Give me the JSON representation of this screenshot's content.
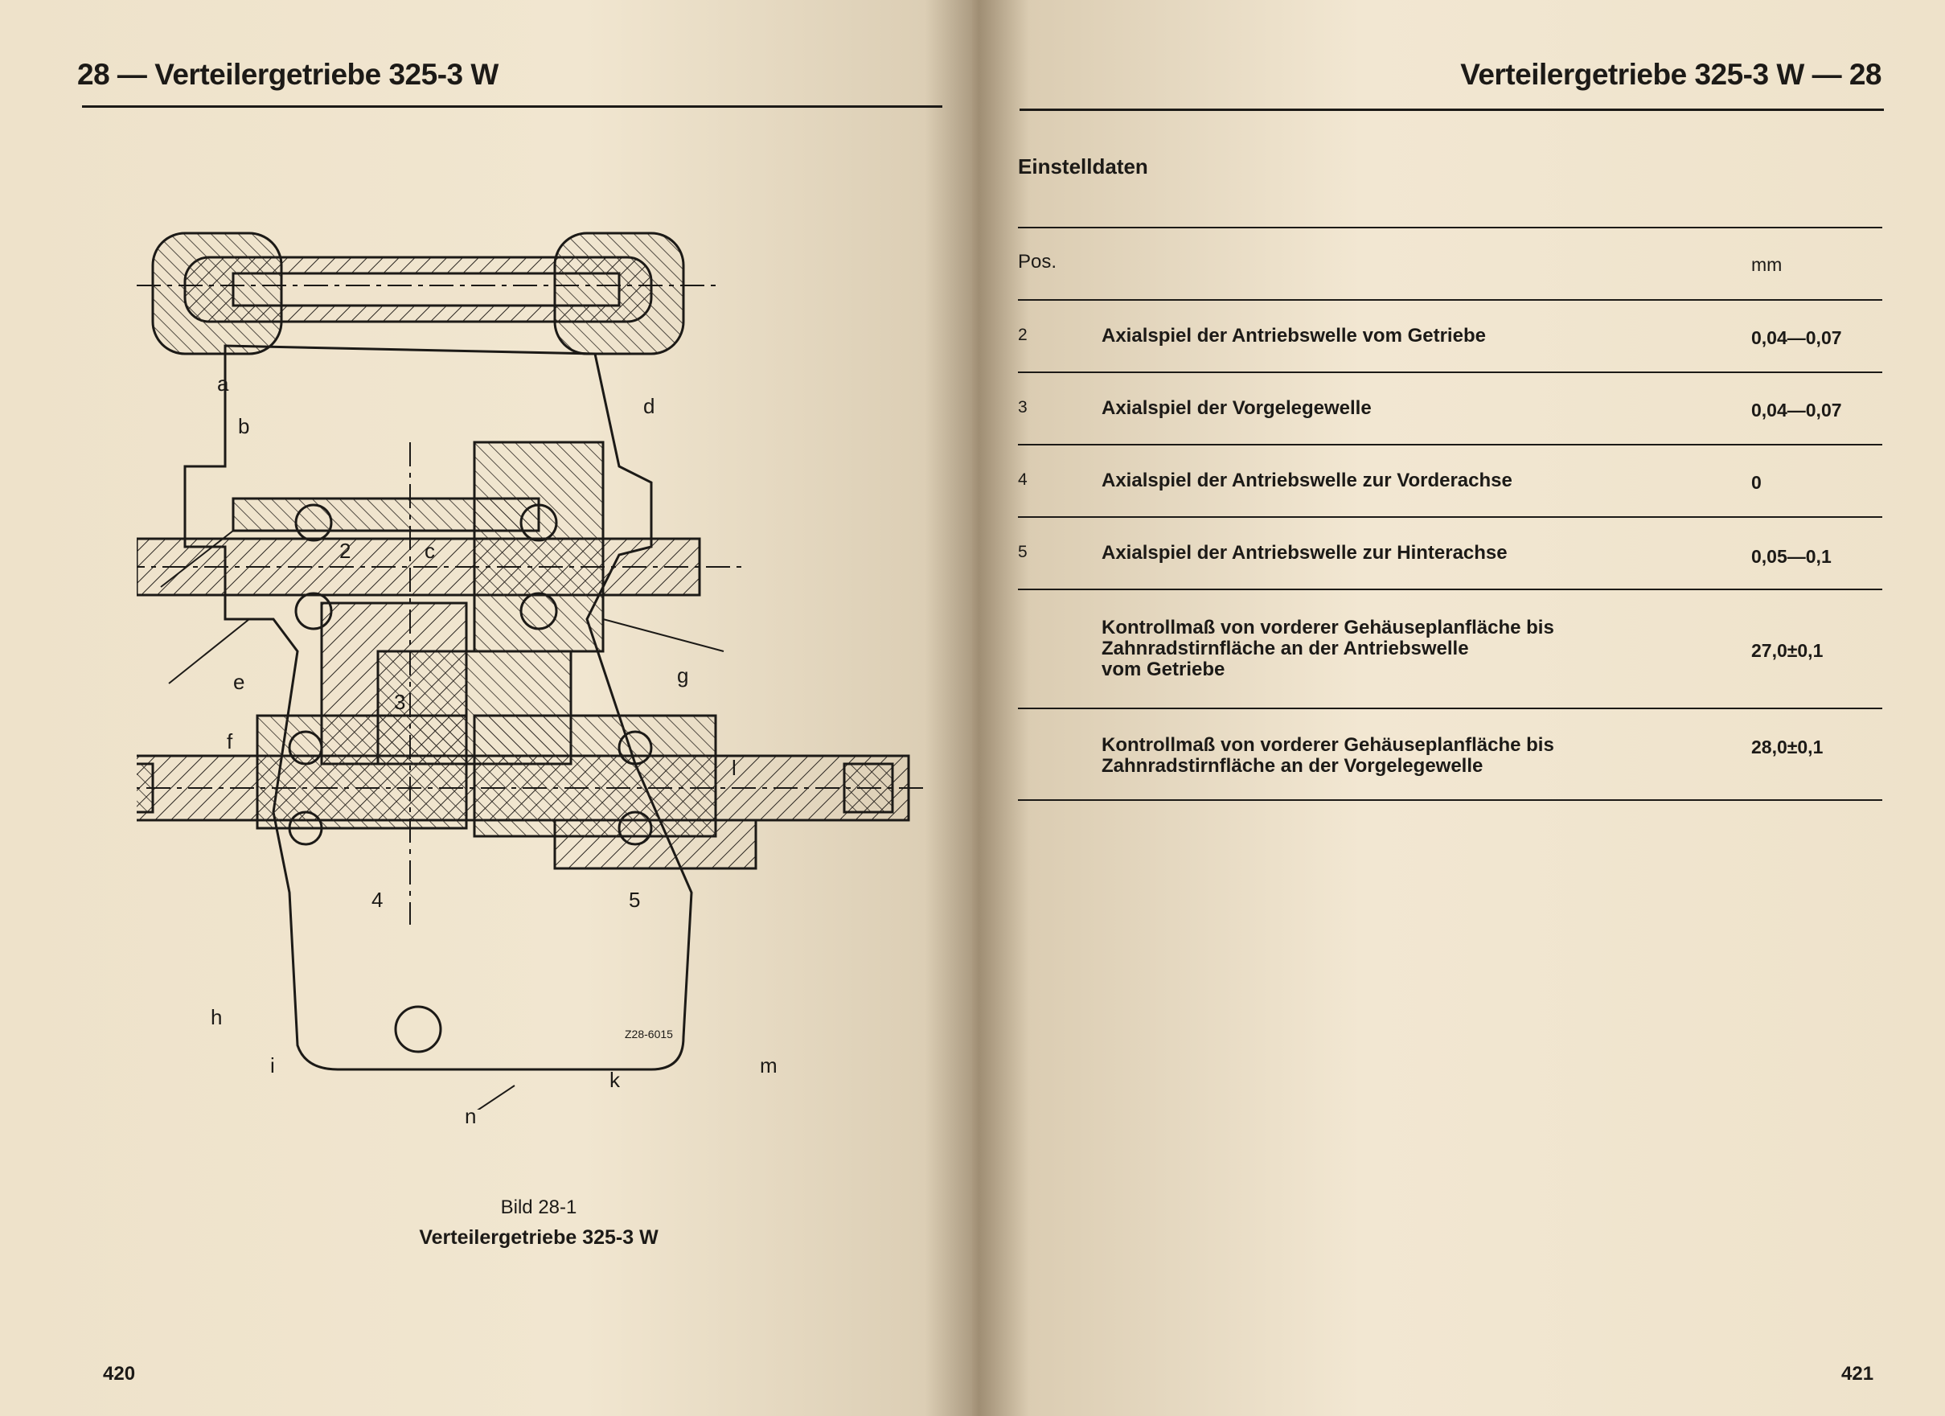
{
  "left_page": {
    "header": "28 — Verteilergetriebe 325-3 W",
    "page_number": "420",
    "figure": {
      "caption_label": "Bild 28-1",
      "caption_title": "Verteilergetriebe 325-3 W",
      "drawing_code": "Z28-6015",
      "callouts": {
        "a": "a",
        "b": "b",
        "c": "c",
        "d": "d",
        "e": "e",
        "f": "f",
        "g": "g",
        "h": "h",
        "i": "i",
        "k": "k",
        "l": "l",
        "m": "m",
        "n": "n",
        "n2": "2",
        "n3": "3",
        "n4": "4",
        "n5": "5"
      }
    }
  },
  "right_page": {
    "header": "Verteilergetriebe 325-3 W — 28",
    "page_number": "421",
    "table": {
      "title": "Einstelldaten",
      "col_pos": "Pos.",
      "col_unit": "mm",
      "rows": [
        {
          "pos": "2",
          "desc1": "Axialspiel der Antriebswelle vom Getriebe",
          "desc2": "",
          "desc3": "",
          "value": "0,04—0,07"
        },
        {
          "pos": "3",
          "desc1": "Axialspiel der Vorgelegewelle",
          "desc2": "",
          "desc3": "",
          "value": "0,04—0,07"
        },
        {
          "pos": "4",
          "desc1": "Axialspiel der Antriebswelle zur Vorderachse",
          "desc2": "",
          "desc3": "",
          "value": "0"
        },
        {
          "pos": "5",
          "desc1": "Axialspiel der Antriebswelle zur Hinterachse",
          "desc2": "",
          "desc3": "",
          "value": "0,05—0,1"
        },
        {
          "pos": "",
          "desc1": "Kontrollmaß von vorderer Gehäuseplanfläche bis",
          "desc2": "Zahnradstirnfläche an der Antriebswelle",
          "desc3": "vom Getriebe",
          "value": "27,0±0,1"
        },
        {
          "pos": "",
          "desc1": "Kontrollmaß von vorderer Gehäuseplanfläche bis",
          "desc2": "Zahnradstirnfläche an der Vorgelegewelle",
          "desc3": "",
          "value": "28,0±0,1"
        }
      ]
    }
  }
}
